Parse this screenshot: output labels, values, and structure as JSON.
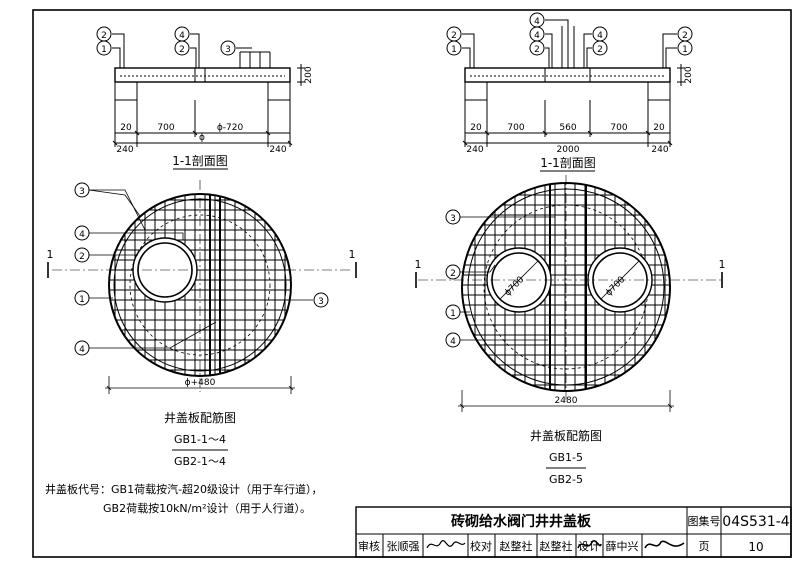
{
  "callouts": {
    "c1": "1",
    "c2": "2",
    "c3": "3",
    "c4": "4"
  },
  "left": {
    "section_title": "1-1剖面图",
    "dims": {
      "d20": "20",
      "d700": "700",
      "dphi720": "ϕ-720",
      "d240": "240",
      "dphi": "ϕ",
      "d200": "200",
      "dphi480": "ϕ+480"
    },
    "section_mark": "1",
    "plan_title": "井盖板配筋图",
    "code_top": "GB1-1～4",
    "code_bottom": "GB2-1～4"
  },
  "right": {
    "section_title": "1-1剖面图",
    "dims": {
      "d20": "20",
      "d700": "700",
      "d560": "560",
      "d240": "240",
      "d2000": "2000",
      "d200": "200",
      "d2480": "2480",
      "dphi700": "ϕ700"
    },
    "section_mark": "1",
    "plan_title": "井盖板配筋图",
    "code_top": "GB1-5",
    "code_bottom": "GB2-5"
  },
  "notes": {
    "line1": "井盖板代号：GB1荷载按汽-超20级设计（用于车行道），",
    "line2": "GB2荷载按10kN/m²设计（用于人行道）。"
  },
  "title_block": {
    "drawing_title": "砖砌给水阀门井井盖板",
    "atlas_label": "图集号",
    "atlas_no": "04S531-4",
    "review_label": "审核",
    "reviewer": "张顺强",
    "check_label": "校对",
    "checker": "赵整社",
    "design_label": "设计",
    "designer": "薛中兴",
    "page_label": "页",
    "page_no": "10"
  }
}
